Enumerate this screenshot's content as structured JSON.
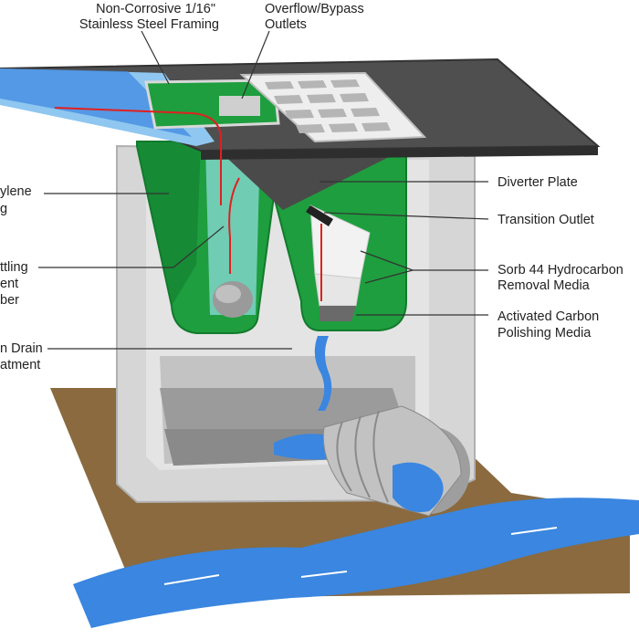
{
  "labels": {
    "framing": [
      "Non-Corrosive 1/16\"",
      "Stainless Steel Framing"
    ],
    "overflow": [
      "Overflow/Bypass",
      "Outlets"
    ],
    "polyethylene": [
      "ylene",
      "g"
    ],
    "settling": [
      "ttling",
      "ent",
      "ber"
    ],
    "drain": [
      "n Drain",
      "atment"
    ],
    "diverter": [
      "Diverter Plate"
    ],
    "transition": [
      "Transition Outlet"
    ],
    "sorb": [
      "Sorb 44 Hydrocarbon",
      "Removal Media"
    ],
    "carbon": [
      "Activated Carbon",
      "Polishing Media"
    ]
  },
  "colors": {
    "concrete": "#d9d9d9",
    "concrete_dark": "#a9a9a9",
    "lid": "#5a5a5a",
    "green": "#1e9e3e",
    "green_dark": "#137a2d",
    "water": "#3a86e0",
    "water_light": "#8fc7f0",
    "soil": "#8a6a3e",
    "flow_arrow": "#e02020"
  }
}
